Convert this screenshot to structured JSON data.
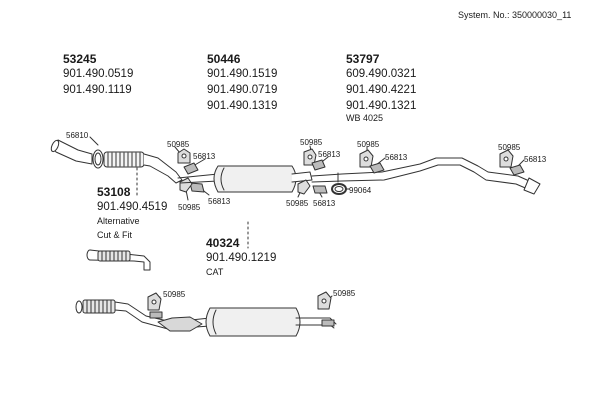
{
  "system_number": "System. No.: 350000030_11",
  "groups": [
    {
      "part": "53245",
      "oem": [
        "901.490.0519",
        "901.490.1119"
      ]
    },
    {
      "part": "50446",
      "oem": [
        "901.490.1519",
        "901.490.0719",
        "901.490.1319"
      ]
    },
    {
      "part": "53797",
      "oem": [
        "609.490.0321",
        "901.490.4221",
        "901.490.1321"
      ],
      "note": "WB 4025"
    },
    {
      "part": "53108",
      "oem": [
        "901.490.4519"
      ],
      "notes": [
        "Alternative",
        "Cut & Fit"
      ]
    },
    {
      "part": "40324",
      "oem": [
        "901.490.1219"
      ],
      "note": "CAT"
    }
  ],
  "callouts": {
    "gasket": "56810",
    "bracket": "50985",
    "clamp": "56813",
    "ring": "99064"
  }
}
